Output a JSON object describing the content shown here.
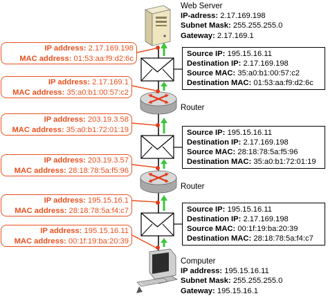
{
  "web_server": {
    "title": "Web Server",
    "ip_label": "IP-adress:",
    "ip_value": "2.17.169.198",
    "mask_label": "Subnet Mask:",
    "mask_value": "255.255.255.0",
    "gateway_label": "Gateway:",
    "gateway_value": "2.17.169.1"
  },
  "computer": {
    "title": "Computer",
    "ip_label": "IP address:",
    "ip_value": "195.15.16.11",
    "mask_label": "Subnet Mask:",
    "mask_value": "255.255.255.0",
    "gateway_label": "Gateway:",
    "gateway_value": "195.15.16.1"
  },
  "routers": [
    "Router",
    "Router"
  ],
  "interfaces": [
    {
      "ip_label": "IP address:",
      "ip": "2.17.169.198",
      "mac_label": "MAC address:",
      "mac": "01:53:aa:f9:d2:6c"
    },
    {
      "ip_label": "IP address:",
      "ip": "2.17.169.1",
      "mac_label": "MAC address:",
      "mac": "35:a0:b1:00:57:c2"
    },
    {
      "ip_label": "IP address:",
      "ip": "203.19.3.58",
      "mac_label": "MAC address:",
      "mac": "35:a0:b1:72:01:19"
    },
    {
      "ip_label": "IP address:",
      "ip": "203.19.3.57",
      "mac_label": "MAC address:",
      "mac": "28:18:78:5a:f5:96"
    },
    {
      "ip_label": "IP address:",
      "ip": "195.15.16.1",
      "mac_label": "MAC address:",
      "mac": "28:18:78:5a:f4:c7"
    },
    {
      "ip_label": "IP address:",
      "ip": "195.15.16.11",
      "mac_label": "MAC address:",
      "mac": "00:1f:19:ba:20:39"
    }
  ],
  "packets": [
    {
      "src_ip_label": "Source IP:",
      "src_ip": "195.15.16.11",
      "dst_ip_label": "Destination IP:",
      "dst_ip": "2.17.169.198",
      "src_mac_label": "Source MAC:",
      "src_mac": "35:a0:b1:00:57:c2",
      "dst_mac_label": "Destination MAC:",
      "dst_mac": "01:53:aa:f9:d2:6c"
    },
    {
      "src_ip_label": "Source IP:",
      "src_ip": "195.15.16.11",
      "dst_ip_label": "Destination IP:",
      "dst_ip": "2.17.169.198",
      "src_mac_label": "Source MAC:",
      "src_mac": "28:18:78:5a:f5:96",
      "dst_mac_label": "Destination MAC:",
      "dst_mac": "35:a0:b1:72:01:19"
    },
    {
      "src_ip_label": "Source IP:",
      "src_ip": "195.15.16.11",
      "dst_ip_label": "Destination IP:",
      "dst_ip": "2.17.169.198",
      "src_mac_label": "Source MAC:",
      "src_mac": "00:1f:19:ba:20:39",
      "dst_mac_label": "Destination MAC:",
      "dst_mac": "28:18:78:5a:f4:c7"
    }
  ],
  "colors": {
    "interface_accent": "#e8501e",
    "link_line": "#000000",
    "flow_arrow": "#3ec43e",
    "port_dot": "#e23a1a",
    "router_body": "#cfcfcf",
    "router_arrows": "#e23a1a"
  }
}
